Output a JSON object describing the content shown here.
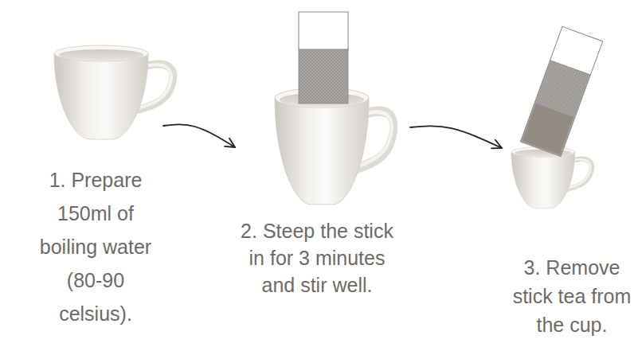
{
  "diagram": {
    "nodes": [
      {
        "text": [
          "1. Prepare 150ml of boiling water (80-90 celsius)."
        ]
      },
      {
        "text": [
          "2. Steep the stick in for 3 minutes and stir well."
        ]
      },
      {
        "text": [
          "3. Remove stick tea from the cup."
        ]
      }
    ],
    "edges": [
      {
        "from": 0,
        "to": 1,
        "arrow": "to"
      },
      {
        "from": 1,
        "to": 2,
        "arrow": "to"
      }
    ]
  }
}
